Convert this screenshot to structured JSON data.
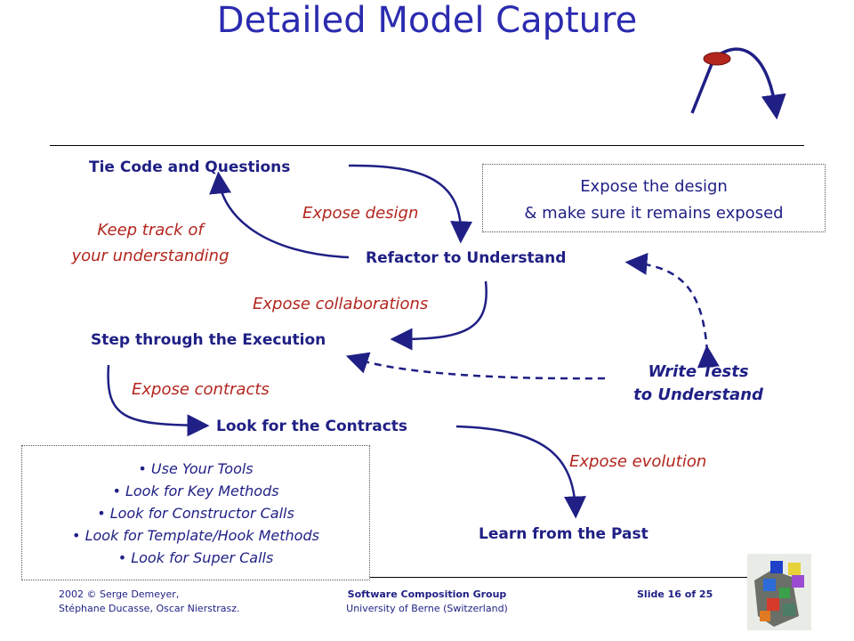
{
  "slide": {
    "title": "Detailed Model Capture"
  },
  "nodes": {
    "tie_code": "Tie Code and Questions",
    "refactor": "Refactor to Understand",
    "step_through": "Step through the Execution",
    "contracts": "Look for the Contracts",
    "learn_past": "Learn from the Past",
    "write_tests_line1": "Write Tests",
    "write_tests_line2": "to Understand"
  },
  "edge_labels": {
    "expose_design": "Expose design",
    "keep_track_line1": "Keep track of",
    "keep_track_line2": "your understanding",
    "expose_collaborations": "Expose collaborations",
    "expose_contracts": "Expose contracts",
    "expose_evolution": "Expose evolution"
  },
  "design_box": {
    "line1": "Expose the design",
    "line2": "& make sure it remains exposed"
  },
  "tips": [
    "Use Your Tools",
    "Look for Key Methods",
    "Look for Constructor Calls",
    "Look for Template/Hook Methods",
    "Look for Super Calls"
  ],
  "footer": {
    "copyright_line1": "2002 © Serge Demeyer,",
    "copyright_line2": "Stéphane Ducasse, Oscar Nierstrasz.",
    "group_line1": "Software Composition Group",
    "group_line2": "University of Berne (Switzerland)",
    "slide_number": "Slide 16 of 25"
  },
  "colors": {
    "title": "#2b2bb0",
    "node_text": "#1f1f85",
    "annotation": "#b3261e",
    "arrow": "#1f1f85"
  }
}
